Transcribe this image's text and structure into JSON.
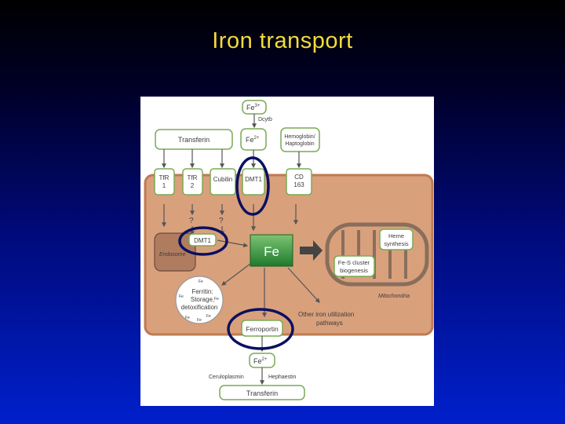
{
  "slide": {
    "title": "Iron transport"
  },
  "diagram": {
    "fe3": "Fe",
    "fe3_sup": "3+",
    "dcytb": "Dcytb",
    "fe2_top": "Fe",
    "fe2_top_sup": "2+",
    "transferrin_top": "Transferin",
    "hemoglobin": "Hemoglobin/",
    "haptoglobin": "Haptoglobin",
    "tfr1_line1": "TfR",
    "tfr1_line2": "1",
    "tfr2_line1": "TfR",
    "tfr2_line2": "2",
    "cubilin": "Cubilin",
    "dmt1_top": "DMT1",
    "cd163_line1": "CD",
    "cd163_line2": "163",
    "question1": "?",
    "question2": "?",
    "endosome": "Endosome",
    "dmt1_endosome": "DMT1",
    "fe_center": "Fe",
    "heme_line1": "Heme",
    "heme_line2": "synthesis",
    "fes_line1": "Fe-S cluster",
    "fes_line2": "biogenesis",
    "mitochondria": "Mitochondria",
    "ferritin_line1": "Ferritin:",
    "ferritin_line2": "Storage,",
    "ferritin_line3": "detoxification",
    "ferritin_fe": "Fe",
    "other_line1": "Other iron utilization",
    "other_line2": "pathways",
    "ferroportin": "Ferroportin",
    "fe2_bottom": "Fe",
    "fe2_bottom_sup": "2+",
    "ceruloplasmin": "Ceruloplasmin",
    "hephaestin": "Hephaestin",
    "transferrin_bottom": "Transferin"
  },
  "colors": {
    "title": "#f2dd3a",
    "cell": "#d9a07c",
    "cell_border": "#c07a50",
    "box_border": "#7aaa55",
    "arrow": "#555555",
    "highlight": "#0a1060",
    "fe_green": "#2f8f3a",
    "mito": "#8a6e5c"
  }
}
